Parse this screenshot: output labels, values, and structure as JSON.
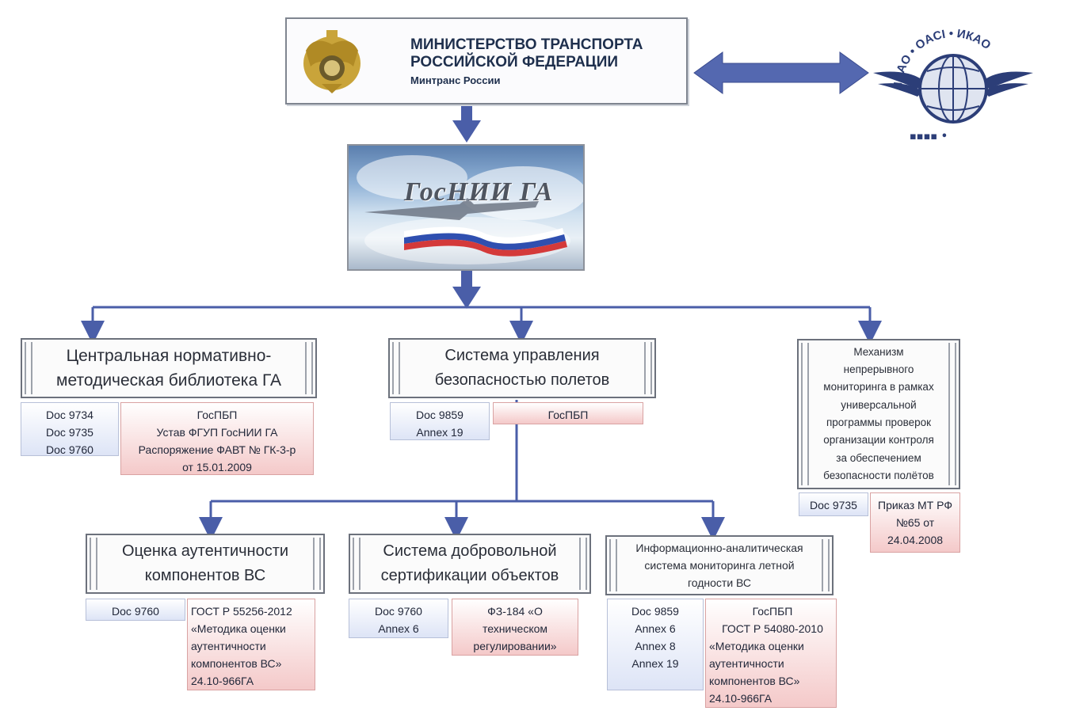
{
  "ministry": {
    "line1": "МИНИСТЕРСТВО ТРАНСПОРТА",
    "line2": "РОССИЙСКОЙ ФЕДЕРАЦИИ",
    "line3": "Минтранс России"
  },
  "icao": {
    "ring_text": "ICAO • OACI • ИКАО"
  },
  "gosnii": {
    "logo_text": "ГосНИИ ГА"
  },
  "library": {
    "title_line1": "Центральная нормативно-",
    "title_line2": "методическая библиотека ГА",
    "docs": [
      "Doc 9734",
      "Doc 9735",
      "Doc 9760"
    ],
    "national": [
      "ГосПБП",
      "Устав ФГУП ГосНИИ ГА",
      "Распоряжение ФАВТ № ГК-3-р",
      "от 15.01.2009"
    ]
  },
  "sms": {
    "title_line1": "Система управления",
    "title_line2": "безопасностью полетов",
    "docs": [
      "Doc 9859",
      "Annex 19"
    ],
    "national": [
      "ГосПБП"
    ]
  },
  "monitoring": {
    "title_lines": [
      "Механизм",
      "непрерывного",
      "мониторинга в рамках",
      "универсальной",
      "программы проверок",
      "организации контроля",
      "за обеспечением",
      "безопасности полётов"
    ],
    "docs": [
      "Doc 9735"
    ],
    "national": [
      "Приказ МТ РФ",
      "№65 от",
      "24.04.2008"
    ]
  },
  "authenticity": {
    "title_line1": "Оценка аутентичности",
    "title_line2": "компонентов ВС",
    "docs": [
      "Doc 9760"
    ],
    "national": [
      "ГОСТ Р 55256-2012",
      "«Методика оценки",
      "аутентичности",
      "компонентов ВС»",
      "24.10-966ГА"
    ]
  },
  "certification": {
    "title_line1": "Система добровольной",
    "title_line2": "сертификации объектов",
    "docs": [
      "Doc 9760",
      "Annex 6"
    ],
    "national": [
      "ФЗ-184 «О",
      "техническом",
      "регулировании»"
    ]
  },
  "infosystem": {
    "title_lines": [
      "Информационно-аналитическая",
      "система мониторинга летной",
      "годности ВС"
    ],
    "docs": [
      "Doc 9859",
      "Annex 6",
      "Annex 8",
      "Annex 19"
    ],
    "national": [
      "ГосПБП",
      "ГОСТ Р 54080-2010",
      "«Методика оценки",
      "аутентичности",
      "компонентов ВС»",
      "24.10-966ГА"
    ]
  },
  "colors": {
    "arrow": "#4a5ea8",
    "line": "#4a5ea8",
    "doc_fill": "#dde4f6",
    "national_fill": "#f4c9c9"
  }
}
